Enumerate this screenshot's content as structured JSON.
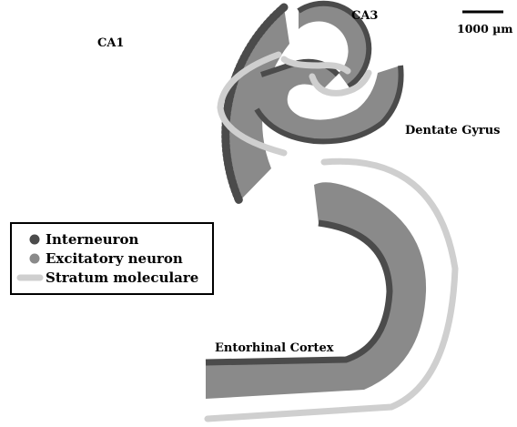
{
  "colors": {
    "interneuron": "#4b4b4b",
    "excitatory": "#8a8a8a",
    "molecular": "#cfcfcf",
    "background": "#ffffff"
  },
  "regions": {
    "ca1": "CA1",
    "ca3": "CA3",
    "dentate_gyrus": "Dentate Gyrus",
    "entorhinal_cortex": "Entorhinal Cortex"
  },
  "scale_bar": {
    "label": "1000 µm"
  },
  "legend": {
    "interneuron": "Interneuron",
    "excitatory": "Excitatory neuron",
    "stratum": "Stratum moleculare"
  }
}
